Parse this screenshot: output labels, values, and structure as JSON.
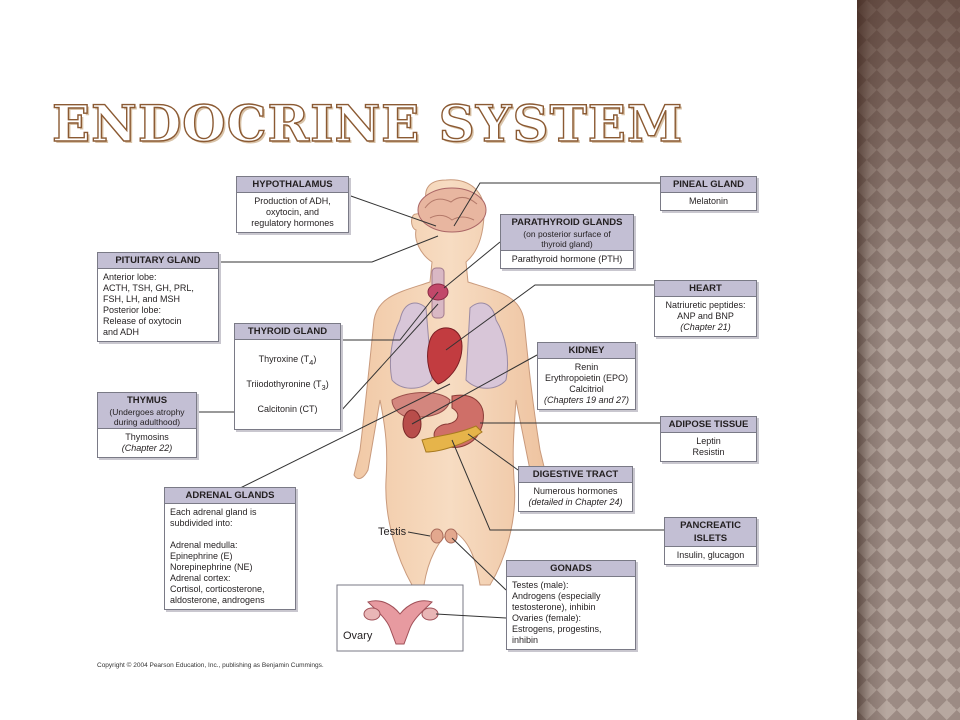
{
  "title": "Endocrine System",
  "colors": {
    "box_header": "#c3bfd4",
    "title_outline": "#8b5a33"
  },
  "boxes": {
    "hypothalamus": {
      "title": "HYPOTHALAMUS",
      "body": "Production of ADH,\noxytocin, and\nregulatory hormones"
    },
    "pituitary": {
      "title": "PITUITARY GLAND",
      "body": "Anterior lobe:\n   ACTH, TSH, GH, PRL,\n   FSH, LH, and MSH\nPosterior lobe:\n   Release of oxytocin\n   and ADH"
    },
    "thyroid": {
      "title": "THYROID GLAND",
      "l1": "Thyroxine (T",
      "s1": "4",
      "l1b": ")",
      "l2": "Triiodothyronine (T",
      "s2": "3",
      "l2b": ")",
      "l3": "Calcitonin (CT)"
    },
    "thymus": {
      "title": "THYMUS",
      "subtitle": "(Undergoes atrophy\nduring adulthood)",
      "body": "Thymosins",
      "note": "(Chapter 22)"
    },
    "adrenal": {
      "title": "ADRENAL GLANDS",
      "body": "Each adrenal gland is\nsubdivided into:\n\nAdrenal medulla:\n   Epinephrine (E)\n   Norepinephrine (NE)\nAdrenal cortex:\n   Cortisol, corticosterone,\n   aldosterone, androgens"
    },
    "pineal": {
      "title": "PINEAL GLAND",
      "body": "Melatonin"
    },
    "parathyroid": {
      "title": "PARATHYROID GLANDS",
      "subtitle": "(on posterior surface of\nthyroid gland)",
      "body": "Parathyroid hormone (PTH)"
    },
    "heart": {
      "title": "HEART",
      "body": "Natriuretic peptides:\nANP and BNP",
      "note": "(Chapter 21)"
    },
    "kidney": {
      "title": "KIDNEY",
      "body": "Renin\nErythropoietin (EPO)\nCalcitriol",
      "note": "(Chapters 19 and 27)"
    },
    "adipose": {
      "title": "ADIPOSE TISSUE",
      "body": "Leptin\nResistin"
    },
    "digestive": {
      "title": "DIGESTIVE TRACT",
      "body": "Numerous hormones",
      "note": "(detailed in Chapter 24)"
    },
    "pancreatic": {
      "title": "PANCREATIC\nISLETS",
      "body": "Insulin, glucagon"
    },
    "gonads": {
      "title": "GONADS",
      "body": "Testes (male):\n   Androgens (especially\n   testosterone), inhibin\nOvaries (female):\n   Estrogens, progestins,\n   inhibin"
    }
  },
  "labels": {
    "testis": "Testis",
    "ovary": "Ovary"
  },
  "copyright": "Copyright © 2004 Pearson Education, Inc., publishing as Benjamin Cummings."
}
